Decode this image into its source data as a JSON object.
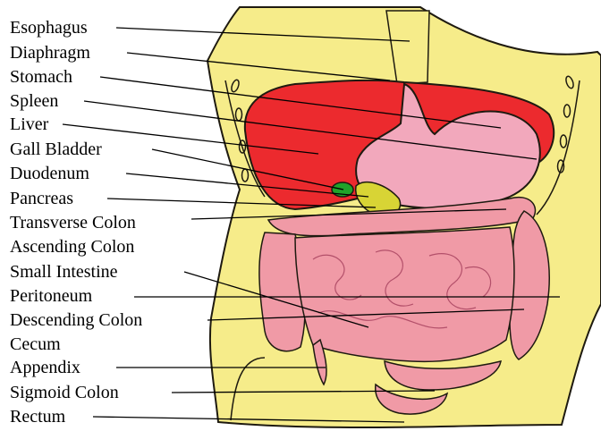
{
  "colors": {
    "body_cavity": "#f6ec8a",
    "outline": "#1e1a10",
    "liver": "#ec2a2e",
    "stomach": "#f2a8bc",
    "intestine": "#f09aa6",
    "gall_bladder": "#1fa32a",
    "pancreas": "#d8d435",
    "leader": "#000000"
  },
  "labels": [
    "Esophagus",
    "Diaphragm",
    "Stomach",
    "Spleen",
    "Liver",
    "Gall Bladder",
    "Duodenum",
    "Pancreas",
    "Transverse Colon",
    "Ascending Colon",
    "Small Intestine",
    "Peritoneum",
    "Descending Colon",
    "Cecum",
    "Appendix",
    "Sigmoid Colon",
    "Rectum"
  ]
}
